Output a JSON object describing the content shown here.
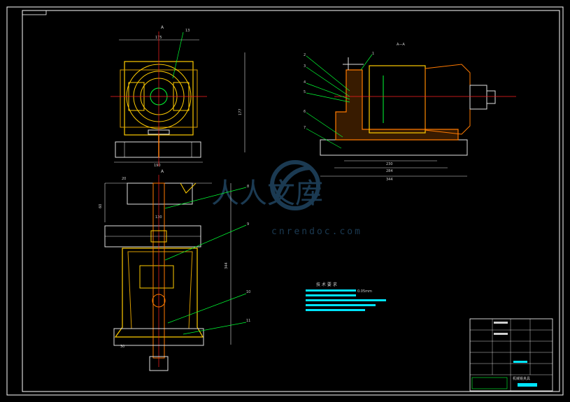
{
  "sheet": {
    "title_block": {
      "drawing_name": "机械铣夹具"
    },
    "technical_requirements": {
      "heading": "技 术 要 求",
      "line_1_note": "0.05mm"
    },
    "section_label": "A—A",
    "view_marks": [
      "A",
      "A"
    ]
  },
  "part_balloons": [
    "1",
    "2",
    "3",
    "4",
    "5",
    "6",
    "7",
    "8",
    "9",
    "10",
    "11",
    "13"
  ],
  "dimensions": {
    "top_view": {
      "width": "175",
      "height": "177",
      "bottom_width": "190"
    },
    "section_view": {
      "inner": "230",
      "mid": "284",
      "overall": "344"
    },
    "front_view": {
      "top_width": "130",
      "left_height": "60",
      "overall_height": "344",
      "bottom": "30",
      "pitch": "20"
    }
  },
  "watermark": {
    "text": "人人文库",
    "url": "cnrendoc.com"
  },
  "colors": {
    "background": "#000000",
    "frame": "#ffffff",
    "outline": "#e0e0e0",
    "part": "#ffcc00",
    "part_dark": "#d79b00",
    "section_hatch": "#ff7a00",
    "centerline": "#ff2020",
    "leader": "#00ff33",
    "cyan": "#00e5ff",
    "watermark": "#1b3a52"
  }
}
